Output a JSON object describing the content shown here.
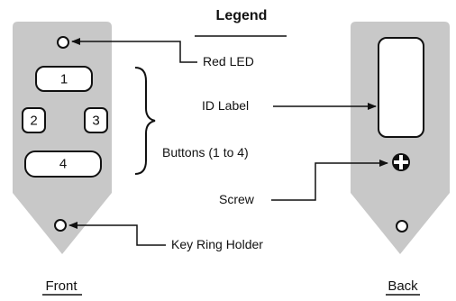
{
  "legend": {
    "title": "Legend",
    "labels": {
      "red_led": "Red LED",
      "id_label": "ID Label",
      "buttons": "Buttons (1 to 4)",
      "screw": "Screw",
      "key_ring": "Key Ring Holder"
    }
  },
  "front": {
    "caption": "Front",
    "buttons": [
      "1",
      "2",
      "3",
      "4"
    ]
  },
  "back": {
    "caption": "Back"
  },
  "colors": {
    "device_body": "#c8c8c8",
    "outline": "#111111"
  }
}
